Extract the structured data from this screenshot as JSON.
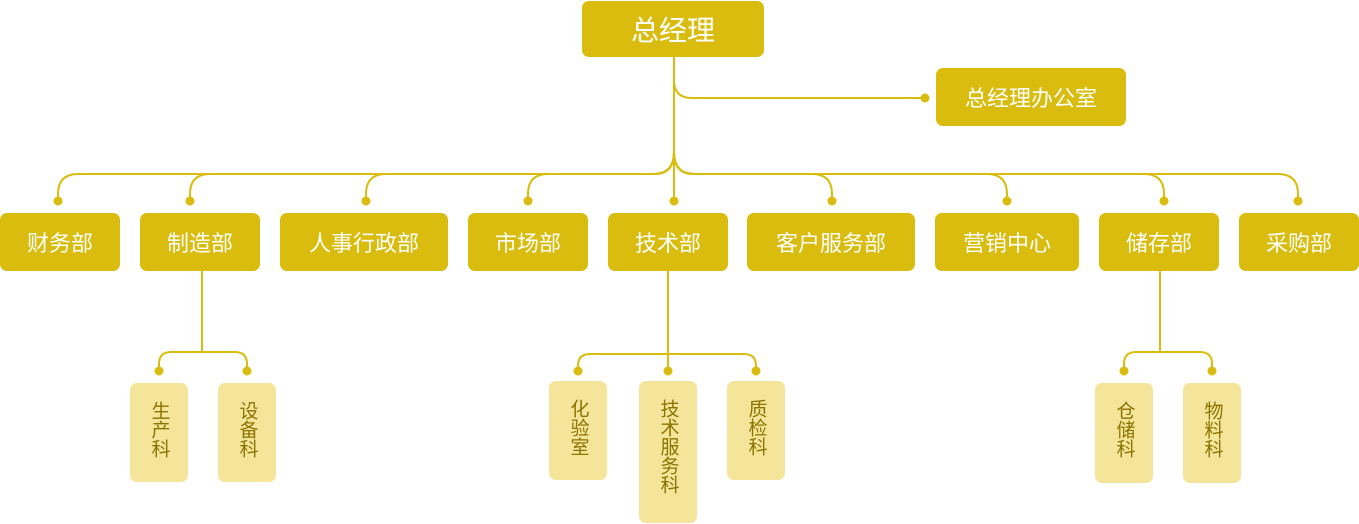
{
  "colors": {
    "node": "#d9bc0d",
    "sub_node": "#f4e59a",
    "sub_text": "#8c7400",
    "line": "#d9bc0d"
  },
  "root": {
    "label": "总经理"
  },
  "office": {
    "label": "总经理办公室"
  },
  "departments": [
    {
      "label": "财务部"
    },
    {
      "label": "制造部",
      "children": [
        {
          "label": "生产科"
        },
        {
          "label": "设备科"
        }
      ]
    },
    {
      "label": "人事行政部"
    },
    {
      "label": "市场部"
    },
    {
      "label": "技术部",
      "children": [
        {
          "label": "化验室"
        },
        {
          "label": "技术服务科"
        },
        {
          "label": "质检科"
        }
      ]
    },
    {
      "label": "客户服务部"
    },
    {
      "label": "营销中心"
    },
    {
      "label": "储存部",
      "children": [
        {
          "label": "仓储科"
        },
        {
          "label": "物料科"
        }
      ]
    },
    {
      "label": "采购部"
    }
  ]
}
